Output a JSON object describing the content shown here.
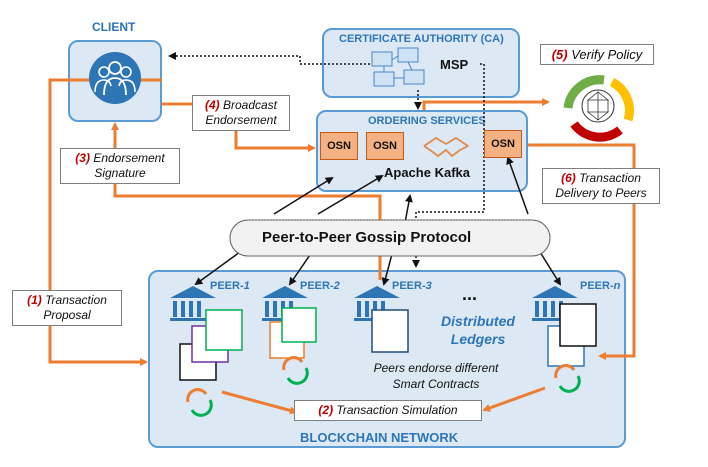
{
  "client": {
    "title": "CLIENT"
  },
  "ca": {
    "title": "CERTIFICATE AUTHORITY (CA)",
    "msp": "MSP"
  },
  "ordering": {
    "title": "ORDERING SERVICES",
    "osn": "OSN",
    "kafka": "Apache Kafka"
  },
  "gossip": {
    "label": "Peer-to-Peer Gossip Protocol"
  },
  "network": {
    "title": "BLOCKCHAIN NETWORK",
    "distributed": "Distributed Ledgers",
    "ellipsis": "...",
    "endorse_note": "Peers endorse different Smart Contracts",
    "peers": [
      {
        "prefix": "PEER-",
        "suffix": "1"
      },
      {
        "prefix": "PEER-",
        "suffix": "2"
      },
      {
        "prefix": "PEER-",
        "suffix": "3"
      },
      {
        "prefix": "PEER-",
        "suffix": "n"
      }
    ]
  },
  "steps": [
    {
      "num": "(1)",
      "text": "Transaction Proposal"
    },
    {
      "num": "(2)",
      "text": "Transaction Simulation"
    },
    {
      "num": "(3)",
      "text": "Endorsement Signature"
    },
    {
      "num": "(4)",
      "text": "Broadcast Endorsement"
    },
    {
      "num": "(5)",
      "text": "Verify Policy"
    },
    {
      "num": "(6)",
      "text": "Transaction Delivery to Peers"
    }
  ],
  "colors": {
    "accent_blue": "#2e75b6",
    "panel_fill": "#dce9f5",
    "flow_orange": "#ed7d31",
    "step_red": "#c00000",
    "osn_fill": "#f4b183"
  },
  "icons": [
    "users-icon",
    "network-computers-icon",
    "handshake-icon",
    "bank-icon",
    "ledger-scroll-icon",
    "refresh-arrows-icon",
    "blockchain-cycle-icon"
  ]
}
